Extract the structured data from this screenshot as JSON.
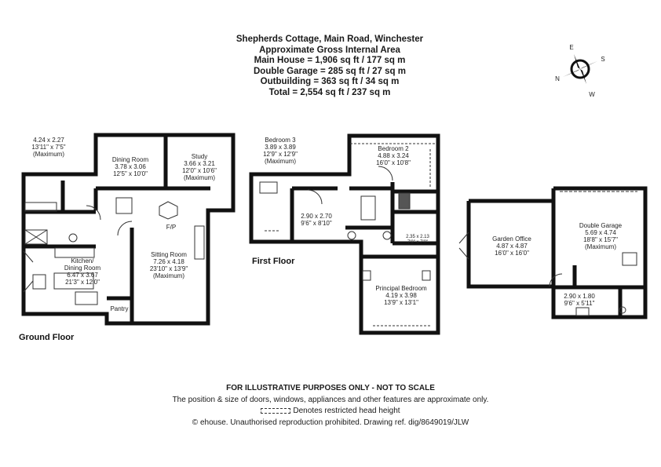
{
  "header": {
    "address": "Shepherds Cottage, Main Road, Winchester",
    "subtitle": "Approximate Gross Internal Area",
    "main_house": "Main House = 1,906 sq ft / 177 sq m",
    "double_garage": "Double Garage = 285 sq ft / 27 sq m",
    "outbuilding": "Outbuilding = 363 sq ft / 34 sq m",
    "total": "Total = 2,554 sq ft / 237 sq m"
  },
  "compass": {
    "e": "E",
    "s": "S",
    "n": "N",
    "w": "W"
  },
  "floors": {
    "ground": "Ground Floor",
    "first": "First Floor"
  },
  "ground_rooms": {
    "bed_small": [
      "4.24 x 2.27",
      "13'11\" x 7'5\"",
      "(Maximum)"
    ],
    "dining": [
      "Dining Room",
      "3.78 x 3.06",
      "12'5\" x 10'0\""
    ],
    "study": [
      "Study",
      "3.66 x 3.21",
      "12'0\" x 10'6\"",
      "(Maximum)"
    ],
    "fp": "F/P",
    "sitting": [
      "Sitting Room",
      "7.26 x 4.18",
      "23'10\" x 13'9\"",
      "(Maximum)"
    ],
    "kitchen": [
      "Kitchen/",
      "Dining Room",
      "6.47 x 3.67",
      "21'3\" x 12'0\""
    ],
    "pantry": "Pantry"
  },
  "first_rooms": {
    "bed3": [
      "Bedroom 3",
      "3.89 x 3.89",
      "12'9\" x 12'9\"",
      "(Maximum)"
    ],
    "bed2": [
      "Bedroom 2",
      "4.88 x 3.24",
      "16'0\" x 10'8\""
    ],
    "room": [
      "2.90 x 2.70",
      "9'6\" x 8'10\""
    ],
    "small": [
      "2.35 x 2.13",
      "7'9\" x 7'0\""
    ],
    "principal": [
      "Principal Bedroom",
      "4.19 x 3.98",
      "13'9\" x 13'1\""
    ]
  },
  "outbuilding_rooms": {
    "office": [
      "Garden Office",
      "4.87 x 4.87",
      "16'0\" x 16'0\""
    ],
    "garage": [
      "Double Garage",
      "5.69 x 4.74",
      "18'8\" x 15'7\"",
      "(Maximum)"
    ],
    "store": [
      "2.90 x 1.80",
      "9'6\" x 5'11\""
    ]
  },
  "footer": {
    "disclaimer": "FOR ILLUSTRATIVE PURPOSES ONLY - NOT TO SCALE",
    "note": "The position & size of doors, windows, appliances and other features are approximate only.",
    "restricted": "Denotes restricted head height",
    "copyright": "© ehouse. Unauthorised reproduction prohibited. Drawing ref. dig/8649019/JLW"
  }
}
